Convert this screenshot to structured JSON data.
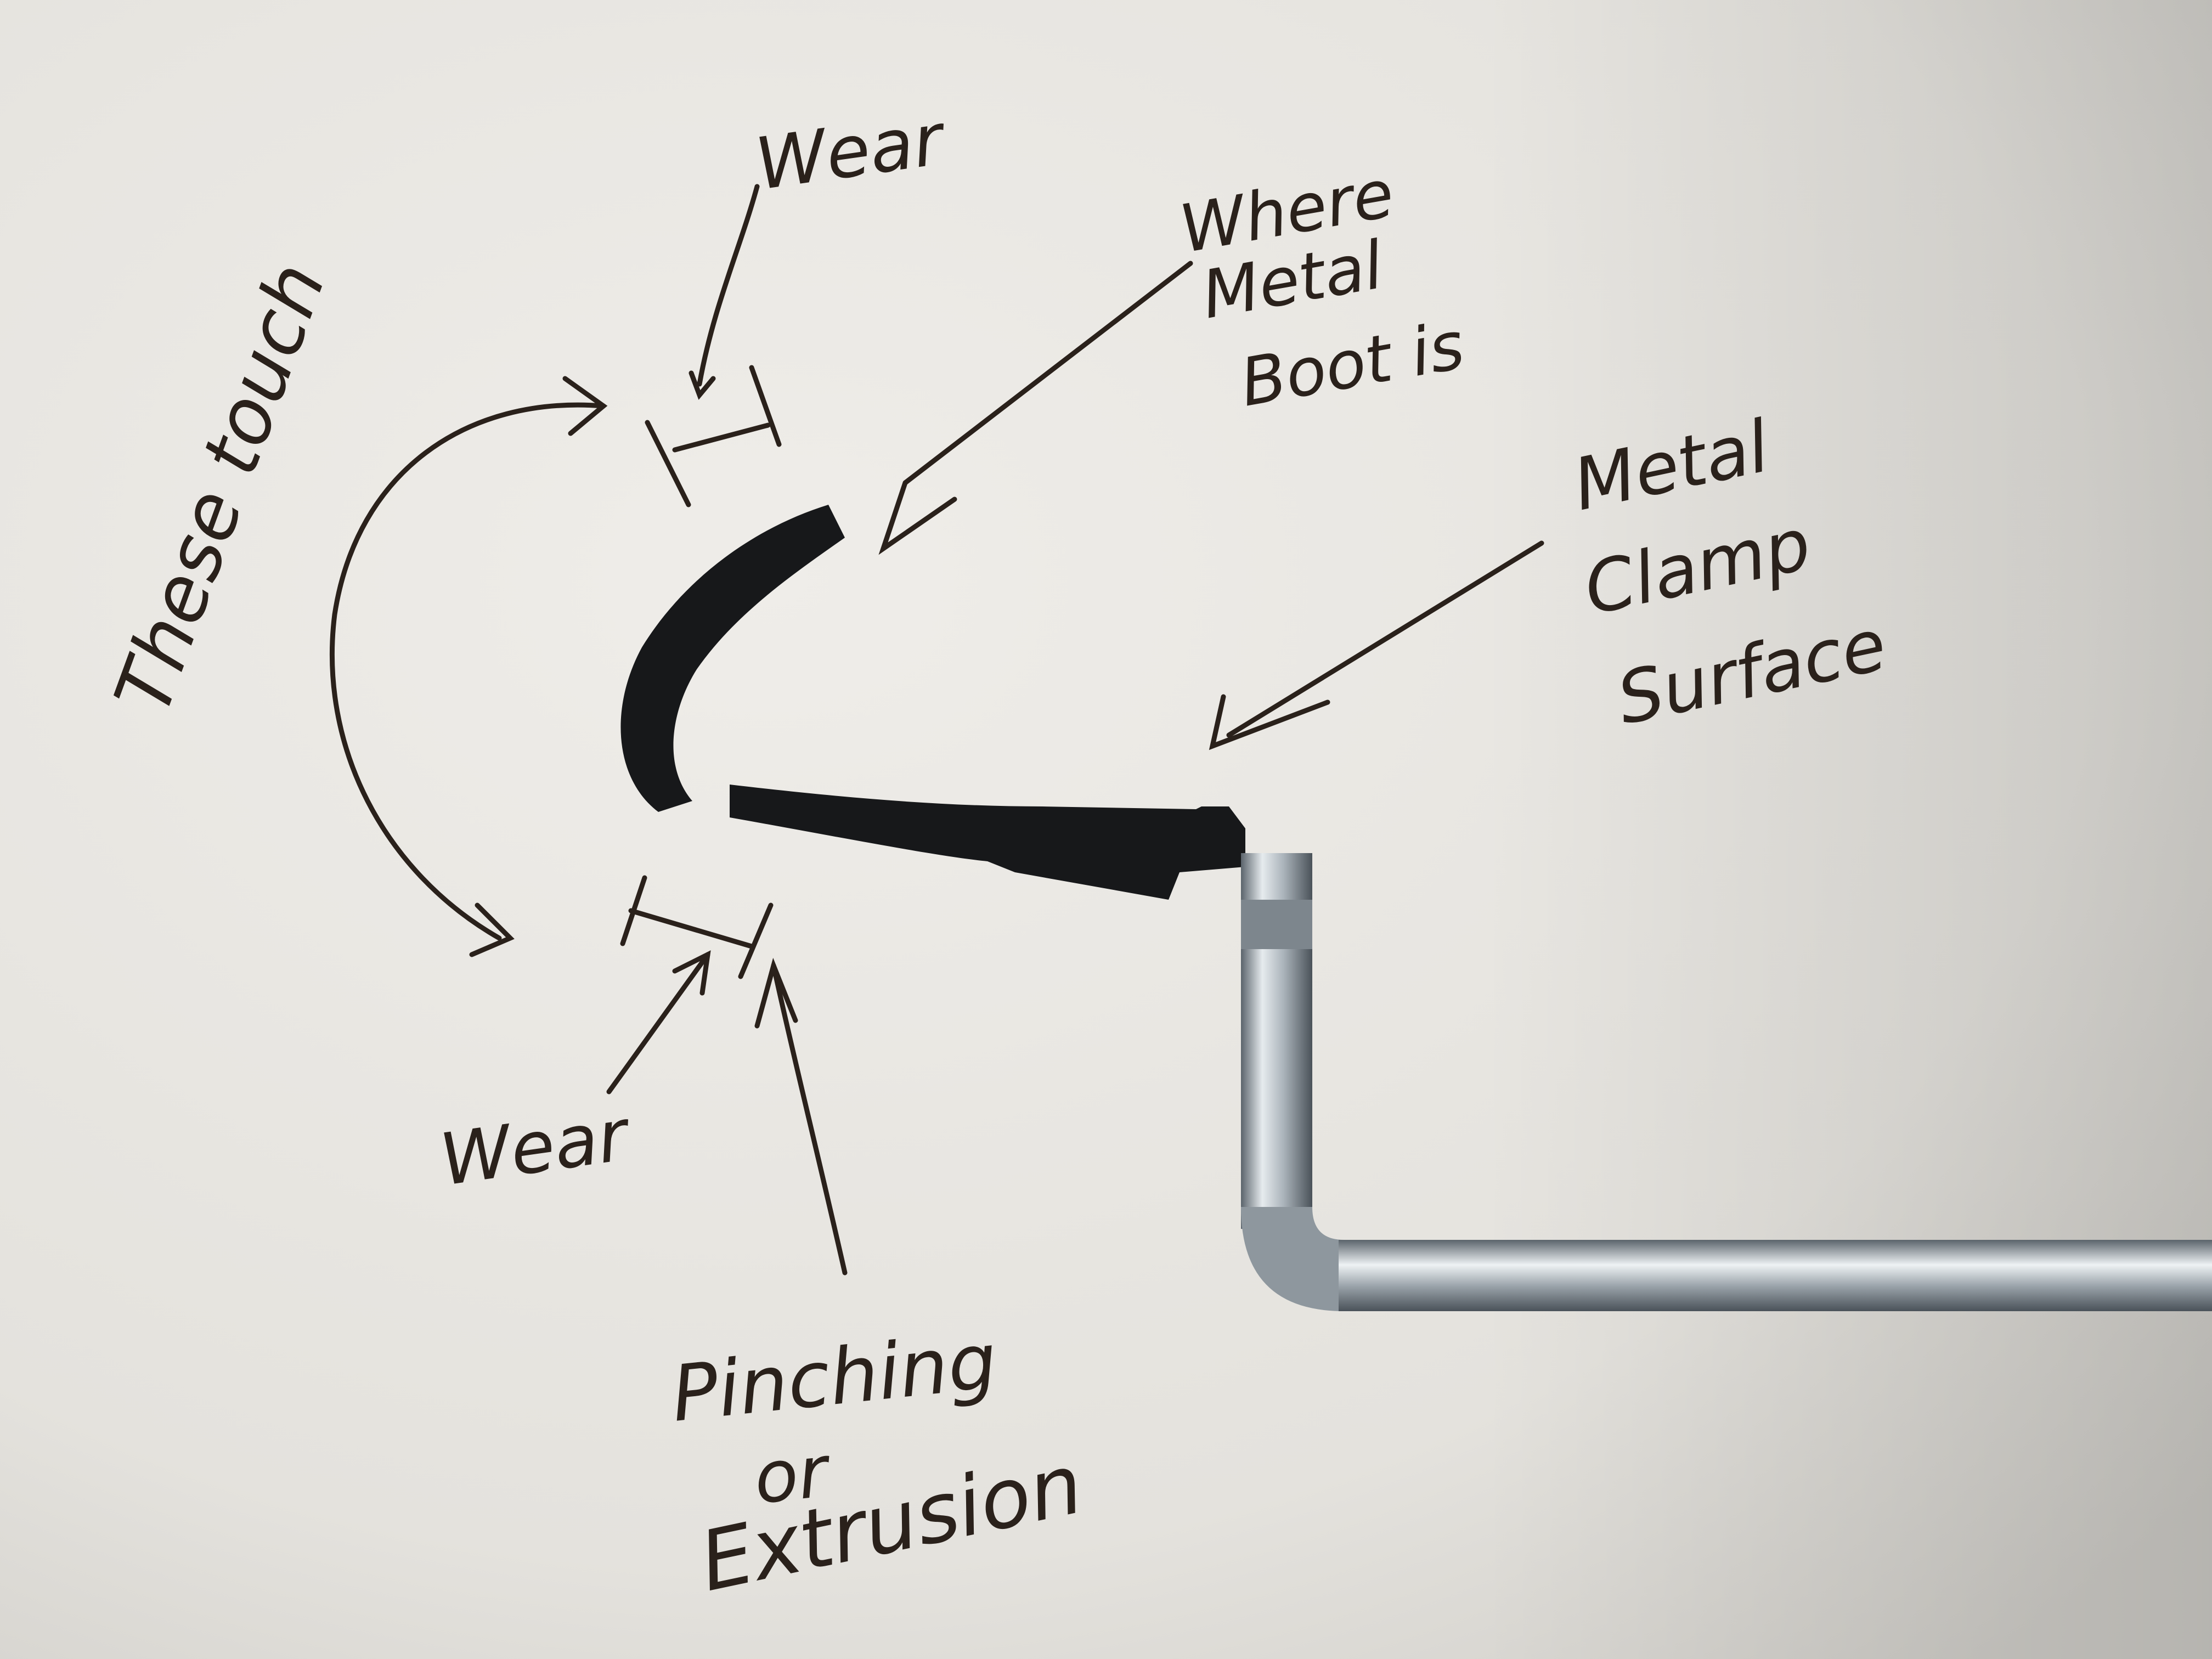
{
  "colors": {
    "paper": "#e8e6e1",
    "paper_shadow": "#c9c7c2",
    "ink": "#2a211b",
    "rubber": "#17181a",
    "metal_light": "#e6ebee",
    "metal_mid": "#aab3ba",
    "metal_dark": "#5b646c"
  },
  "annotations": {
    "wear_top": "Wear",
    "where_metal_boot_line1": "Where",
    "where_metal_boot_line2": "Metal",
    "where_metal_boot_line3": "Boot is",
    "these_touch": "These touch",
    "metal_clamp_line1": "Metal",
    "metal_clamp_line2": "Clamp",
    "metal_clamp_line3": "Surface",
    "wear_bottom": "Wear",
    "pinching_line1": "Pinching",
    "pinching_line2": "or",
    "pinching_line3": "Extrusion"
  },
  "icons": {
    "rubber_seal": "rubber-seal-icon",
    "metal_rod": "bent-metal-rod-icon"
  }
}
